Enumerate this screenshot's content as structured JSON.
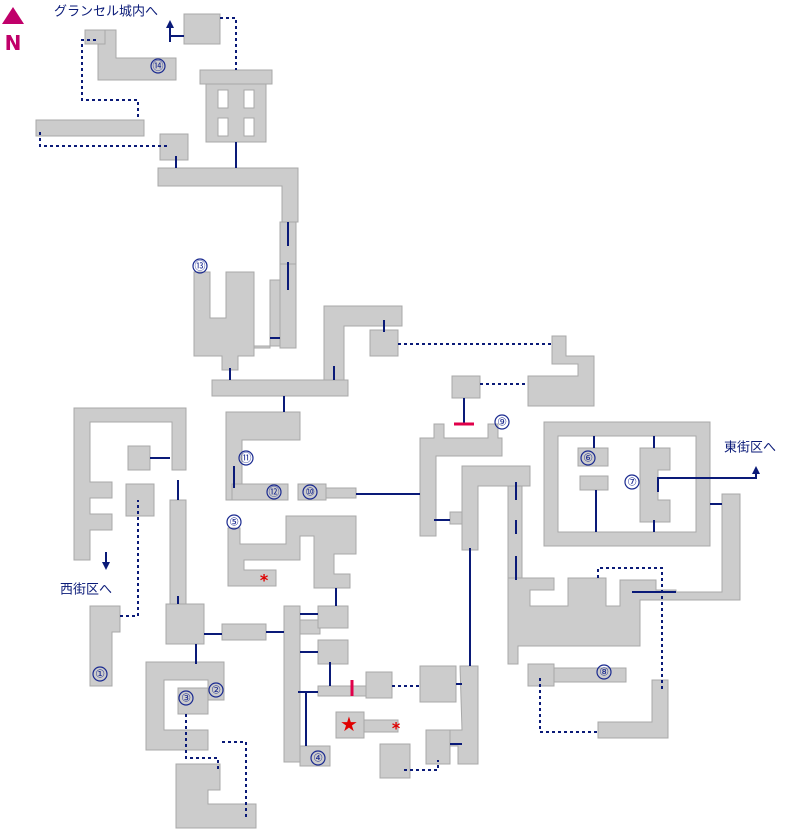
{
  "compass": {
    "letter": "N",
    "color": "#c0006a"
  },
  "exits": {
    "castle": "グランセル城内へ",
    "west": "西街区へ",
    "east": "東街区へ"
  },
  "markers": [
    "①",
    "②",
    "③",
    "④",
    "⑤",
    "⑥",
    "⑦",
    "⑧",
    "⑨",
    "⑩",
    "⑪",
    "⑫",
    "⑬",
    "⑭"
  ],
  "specials": {
    "star": "★",
    "asterisk": "*"
  },
  "colors": {
    "floor": "#cccccc",
    "passage": "#0a1a78",
    "locked_door": "#e0004a",
    "special_mark": "#e00000"
  }
}
